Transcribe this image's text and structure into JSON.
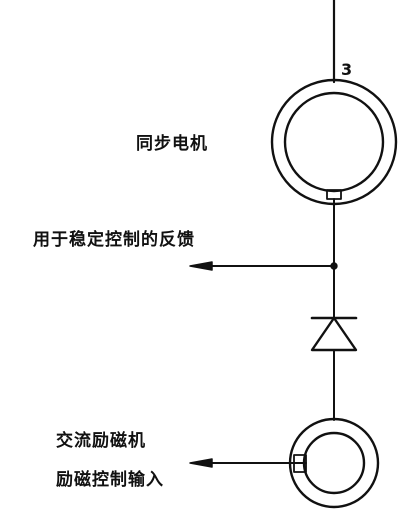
{
  "diagram": {
    "phase_number": "3",
    "synchronous_motor_label": "同步电机",
    "feedback_label": "用于稳定控制的反馈",
    "exciter_label": "交流励磁机",
    "excitation_control_label": "励磁控制输入"
  },
  "colors": {
    "ink": "#111111",
    "background": "#ffffff"
  }
}
